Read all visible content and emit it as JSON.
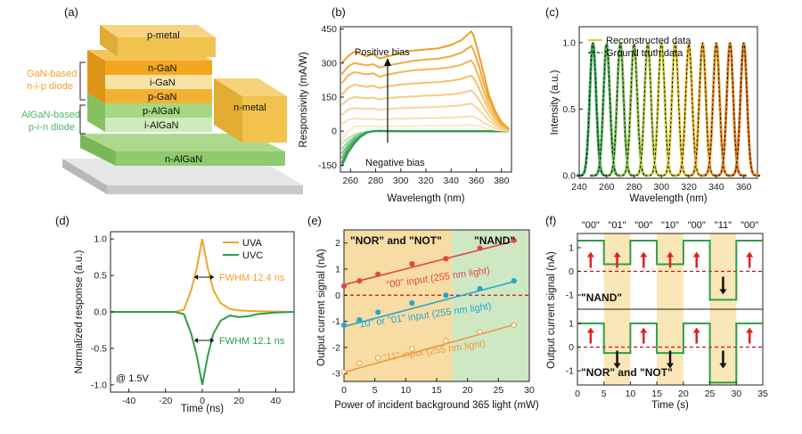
{
  "panels": {
    "a": "(a)",
    "b": "(b)",
    "c": "(c)",
    "d": "(d)",
    "e": "(e)",
    "f": "(f)"
  },
  "panel_a": {
    "layers": [
      "p-metal",
      "n-GaN",
      "i-GaN",
      "p-GaN",
      "p-AlGaN",
      "i-AlGaN",
      "n-AlGaN",
      "n-metal"
    ],
    "label_gan": [
      "GaN-based",
      "n-i-p diode"
    ],
    "label_algan": [
      "AlGaN-based",
      "p-i-n diode"
    ],
    "colors": {
      "metal": "#f2c24e",
      "gan_dark": "#f0a81e",
      "gan_light": "#f6d98b",
      "algan": "#9fd37a",
      "algan_light": "#c9e8b4",
      "substrate": "#dcdcdc",
      "gan_label": "#f0a030",
      "algan_label": "#5cbf7a"
    }
  },
  "chart_data": [
    {
      "id": "b",
      "type": "line",
      "xlabel": "Wavelength (nm)",
      "ylabel": "Responsivity (mA/W)",
      "xlim": [
        252,
        388
      ],
      "ylim": [
        -180,
        460
      ],
      "xticks": [
        260,
        280,
        300,
        320,
        340,
        360,
        380
      ],
      "yticks": [
        -150,
        0,
        150,
        300,
        450
      ],
      "annotations": {
        "positive": "Positive bias",
        "negative": "Negative bias"
      },
      "x": [
        253,
        258,
        263,
        268,
        273,
        278,
        283,
        290,
        300,
        310,
        320,
        330,
        340,
        348,
        352,
        356,
        358,
        362,
        366,
        370,
        375,
        380,
        386
      ],
      "positive_series": [
        {
          "color": "#f0a020",
          "values": [
            300,
            330,
            350,
            340,
            330,
            340,
            320,
            330,
            345,
            355,
            360,
            365,
            380,
            400,
            420,
            440,
            420,
            340,
            250,
            160,
            90,
            40,
            10
          ]
        },
        {
          "color": "#f2a93a",
          "values": [
            250,
            285,
            300,
            295,
            290,
            295,
            280,
            290,
            300,
            310,
            315,
            320,
            330,
            345,
            360,
            375,
            355,
            290,
            210,
            140,
            80,
            35,
            10
          ]
        },
        {
          "color": "#f4b555",
          "values": [
            210,
            245,
            260,
            255,
            250,
            255,
            240,
            250,
            260,
            268,
            272,
            275,
            282,
            292,
            302,
            312,
            295,
            240,
            175,
            115,
            65,
            28,
            8
          ]
        },
        {
          "color": "#f5c06e",
          "values": [
            160,
            190,
            205,
            200,
            195,
            200,
            190,
            198,
            205,
            210,
            213,
            216,
            222,
            230,
            238,
            245,
            232,
            190,
            140,
            92,
            52,
            22,
            6
          ]
        },
        {
          "color": "#f6ca86",
          "values": [
            115,
            140,
            150,
            148,
            145,
            148,
            140,
            146,
            150,
            153,
            156,
            158,
            162,
            168,
            174,
            179,
            170,
            140,
            104,
            68,
            38,
            16,
            4
          ]
        },
        {
          "color": "#f8d49e",
          "values": [
            70,
            95,
            102,
            100,
            98,
            100,
            95,
            98,
            101,
            103,
            105,
            107,
            110,
            114,
            118,
            121,
            115,
            95,
            70,
            46,
            26,
            11,
            3
          ]
        },
        {
          "color": "#f9deb6",
          "values": [
            30,
            50,
            55,
            54,
            53,
            54,
            51,
            53,
            55,
            56,
            57,
            58,
            60,
            62,
            64,
            66,
            62,
            52,
            38,
            25,
            14,
            6,
            2
          ]
        },
        {
          "color": "#fbe8cd",
          "values": [
            -40,
            0,
            20,
            22,
            21,
            22,
            20,
            21,
            22,
            22,
            23,
            23,
            24,
            25,
            26,
            27,
            25,
            21,
            15,
            10,
            6,
            3,
            1
          ]
        }
      ],
      "negative_series": [
        {
          "color": "#2f9a4a",
          "values": [
            -155,
            -95,
            -55,
            -25,
            -8,
            0,
            2,
            1,
            0,
            0,
            0,
            0,
            0,
            0,
            0,
            0,
            0,
            0,
            0,
            0,
            0,
            0,
            0
          ]
        },
        {
          "color": "#45a85a",
          "values": [
            -140,
            -85,
            -48,
            -22,
            -6,
            0,
            1,
            0,
            0,
            0,
            0,
            0,
            0,
            0,
            0,
            0,
            0,
            0,
            0,
            0,
            0,
            0,
            0
          ]
        },
        {
          "color": "#5fb86e",
          "values": [
            -120,
            -72,
            -40,
            -18,
            -5,
            0,
            1,
            0,
            0,
            0,
            0,
            0,
            0,
            0,
            0,
            0,
            0,
            0,
            0,
            0,
            0,
            0,
            0
          ]
        },
        {
          "color": "#7cc688",
          "values": [
            -100,
            -60,
            -32,
            -14,
            -4,
            0,
            0,
            0,
            0,
            0,
            0,
            0,
            0,
            0,
            0,
            0,
            0,
            0,
            0,
            0,
            0,
            0,
            0
          ]
        },
        {
          "color": "#9cd5a6",
          "values": [
            -80,
            -46,
            -24,
            -10,
            -3,
            0,
            0,
            0,
            0,
            0,
            0,
            0,
            0,
            0,
            0,
            0,
            0,
            0,
            0,
            0,
            0,
            0,
            0
          ]
        },
        {
          "color": "#bde3c3",
          "values": [
            -55,
            -30,
            -15,
            -6,
            -2,
            0,
            0,
            0,
            0,
            0,
            0,
            0,
            0,
            0,
            0,
            0,
            0,
            0,
            0,
            0,
            0,
            0,
            0
          ]
        }
      ]
    },
    {
      "id": "c",
      "type": "line",
      "xlabel": "Wavelength (nm)",
      "ylabel": "Intensity (a.u.)",
      "xlim": [
        240,
        370
      ],
      "ylim": [
        -0.02,
        1.12
      ],
      "xticks": [
        240,
        260,
        280,
        300,
        320,
        340,
        360
      ],
      "yticks": [
        0.0,
        0.5,
        1.0
      ],
      "legend": [
        "Reconstructed data",
        "Ground truth data"
      ],
      "peak_centers": [
        250,
        260,
        270,
        280,
        290,
        300,
        310,
        320,
        330,
        340,
        350,
        360
      ],
      "peak_values": [
        1.0,
        0.99,
        1.0,
        0.99,
        1.0,
        1.0,
        1.0,
        0.99,
        1.0,
        1.0,
        1.0,
        1.0
      ],
      "peak_fwhm_nm": 5.5,
      "peak_colors": [
        "#3fae5a",
        "#5db85a",
        "#7cc25a",
        "#9ccb56",
        "#bcd252",
        "#d8d64c",
        "#e9d244",
        "#f0c23c",
        "#f0ae34",
        "#ee9c30",
        "#eb8c2c",
        "#e88028"
      ]
    },
    {
      "id": "d",
      "type": "line",
      "xlabel": "Time (ns)",
      "ylabel": "Normalized response (a.u.)",
      "xlim": [
        -50,
        50
      ],
      "ylim": [
        -1.1,
        1.1
      ],
      "xticks": [
        -40,
        -20,
        0,
        20,
        40
      ],
      "yticks": [
        -1.0,
        -0.5,
        0.0,
        0.5,
        1.0
      ],
      "legend": [
        "UVA",
        "UVC"
      ],
      "annotations": {
        "fwhm_uva": "FWHM 12.4 ns",
        "fwhm_uvc": "FWHM 12.1 ns",
        "bias": "@ 1.5V"
      },
      "series": [
        {
          "name": "UVA",
          "color": "#f0a526",
          "x": [
            -50,
            -30,
            -15,
            -10,
            -6,
            -3,
            0,
            3,
            6,
            10,
            15,
            20,
            30,
            50
          ],
          "values": [
            0.0,
            0.0,
            0.0,
            0.03,
            0.3,
            0.6,
            1.0,
            0.6,
            0.3,
            0.12,
            0.04,
            0.02,
            0.01,
            0.0
          ]
        },
        {
          "name": "UVC",
          "color": "#2f9e4c",
          "x": [
            -50,
            -30,
            -15,
            -10,
            -6,
            -3,
            0,
            3,
            6,
            10,
            15,
            20,
            25,
            30,
            40,
            50
          ],
          "values": [
            0.0,
            0.0,
            0.0,
            -0.03,
            -0.3,
            -0.6,
            -1.0,
            -0.6,
            -0.3,
            -0.12,
            -0.05,
            -0.07,
            -0.06,
            -0.03,
            -0.01,
            0.0
          ]
        }
      ]
    },
    {
      "id": "e",
      "type": "scatter",
      "xlabel": "Power of incident background 365 light (mW)",
      "ylabel": "Output current signal (nA)",
      "xlim": [
        0,
        30
      ],
      "ylim": [
        -3.3,
        2.5
      ],
      "xticks": [
        0,
        5,
        10,
        15,
        20,
        25,
        30
      ],
      "yticks": [
        -3,
        -2,
        -1,
        0,
        1,
        2
      ],
      "regions": [
        {
          "label": "\"NOR\" and \"NOT\"",
          "from": 0,
          "to": 17.5,
          "color": "#f7dca3"
        },
        {
          "label": "\"NAND\"",
          "from": 17.5,
          "to": 30,
          "color": "#cfe8c4"
        }
      ],
      "series": [
        {
          "name": "\"00\" input (255 nm light)",
          "color": "#e04848",
          "filled": true,
          "x": [
            0,
            2.5,
            5.5,
            11,
            16.5,
            22,
            27.5
          ],
          "values": [
            0.35,
            0.55,
            0.8,
            1.2,
            1.4,
            1.8,
            2.1
          ],
          "fit": [
            0,
            0.4,
            28,
            2.1
          ]
        },
        {
          "name": "\"10\" or \"01\" input (255 nm light)",
          "color": "#2aa6c8",
          "filled": true,
          "x": [
            0,
            2.5,
            5.5,
            11,
            16.5,
            22,
            27.5
          ],
          "values": [
            -1.15,
            -0.95,
            -0.65,
            -0.3,
            0.0,
            0.25,
            0.55
          ],
          "fit": [
            0,
            -1.2,
            28,
            0.55
          ]
        },
        {
          "name": "\"11\" input (255 nm light)",
          "color": "#ee9a40",
          "filled": false,
          "x": [
            0,
            2.5,
            5.5,
            11,
            16.5,
            22,
            27.5
          ],
          "values": [
            -2.95,
            -2.6,
            -2.4,
            -2.05,
            -1.75,
            -1.4,
            -1.15
          ],
          "fit": [
            0,
            -2.95,
            28,
            -1.1
          ]
        }
      ]
    },
    {
      "id": "f",
      "type": "line",
      "xlabel": "Time (s)",
      "ylabel": "Output current signal (nA)",
      "xlim": [
        0,
        35
      ],
      "xticks": [
        0,
        5,
        10,
        15,
        20,
        25,
        30,
        35
      ],
      "yticks": [
        -1,
        0,
        1
      ],
      "inputs": [
        "\"00\"",
        "\"01\"",
        "\"00\"",
        "\"10\"",
        "\"00\"",
        "\"11\"",
        "\"00\""
      ],
      "highlight_windows": [
        [
          5,
          10
        ],
        [
          15,
          20
        ],
        [
          25,
          30
        ]
      ],
      "top": {
        "label": "\"NAND\"",
        "ylim": [
          -1.6,
          1.6
        ],
        "t": [
          0,
          5,
          5,
          10,
          10,
          15,
          15,
          20,
          20,
          25,
          25,
          30,
          30,
          35
        ],
        "values": [
          1.3,
          1.3,
          0.3,
          0.3,
          1.3,
          1.3,
          0.3,
          0.3,
          1.3,
          1.3,
          -1.2,
          -1.2,
          1.3,
          1.3
        ]
      },
      "bottom": {
        "label": "\"NOR\" and \"NOT\"",
        "ylim": [
          -1.6,
          1.6
        ],
        "t": [
          0,
          5,
          5,
          10,
          10,
          15,
          15,
          20,
          20,
          25,
          25,
          30,
          30,
          35
        ],
        "values": [
          1.0,
          1.0,
          -0.25,
          -0.25,
          1.0,
          1.0,
          -0.25,
          -0.25,
          1.0,
          1.0,
          -1.5,
          -1.5,
          1.0,
          1.0
        ]
      },
      "arrow_colors": {
        "up": "#e02020",
        "down": "#111111"
      },
      "line_color": "#2e9e4a",
      "zero_line_color": "#d01010"
    }
  ]
}
